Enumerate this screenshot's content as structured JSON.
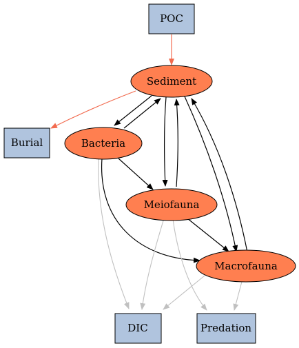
{
  "colors": {
    "compartment_fill": "#ff7f50",
    "box_fill": "#b0c4de",
    "stroke": "#000000",
    "edge_input": "#f26b4f",
    "edge_flux": "#000000",
    "edge_loss": "#c0c0c0"
  },
  "nodes": {
    "poc": {
      "label": "POC",
      "shape": "box"
    },
    "sediment": {
      "label": "Sediment",
      "shape": "ellipse"
    },
    "burial": {
      "label": "Burial",
      "shape": "box"
    },
    "bacteria": {
      "label": "Bacteria",
      "shape": "ellipse"
    },
    "meiofauna": {
      "label": "Meiofauna",
      "shape": "ellipse"
    },
    "macrofauna": {
      "label": "Macrofauna",
      "shape": "ellipse"
    },
    "dic": {
      "label": "DIC",
      "shape": "box"
    },
    "predation": {
      "label": "Predation",
      "shape": "box"
    }
  },
  "edges": [
    {
      "from": "POC",
      "to": "Sediment",
      "kind": "input"
    },
    {
      "from": "Sediment",
      "to": "Burial",
      "kind": "input"
    },
    {
      "from": "Sediment",
      "to": "Bacteria",
      "kind": "flux"
    },
    {
      "from": "Bacteria",
      "to": "Sediment",
      "kind": "flux"
    },
    {
      "from": "Sediment",
      "to": "Meiofauna",
      "kind": "flux"
    },
    {
      "from": "Meiofauna",
      "to": "Sediment",
      "kind": "flux"
    },
    {
      "from": "Sediment",
      "to": "Macrofauna",
      "kind": "flux"
    },
    {
      "from": "Macrofauna",
      "to": "Sediment",
      "kind": "flux"
    },
    {
      "from": "Bacteria",
      "to": "Meiofauna",
      "kind": "flux"
    },
    {
      "from": "Bacteria",
      "to": "Macrofauna",
      "kind": "flux"
    },
    {
      "from": "Meiofauna",
      "to": "Macrofauna",
      "kind": "flux"
    },
    {
      "from": "Bacteria",
      "to": "DIC",
      "kind": "loss"
    },
    {
      "from": "Meiofauna",
      "to": "DIC",
      "kind": "loss"
    },
    {
      "from": "Meiofauna",
      "to": "Predation",
      "kind": "loss"
    },
    {
      "from": "Macrofauna",
      "to": "DIC",
      "kind": "loss"
    },
    {
      "from": "Macrofauna",
      "to": "Predation",
      "kind": "loss"
    }
  ]
}
